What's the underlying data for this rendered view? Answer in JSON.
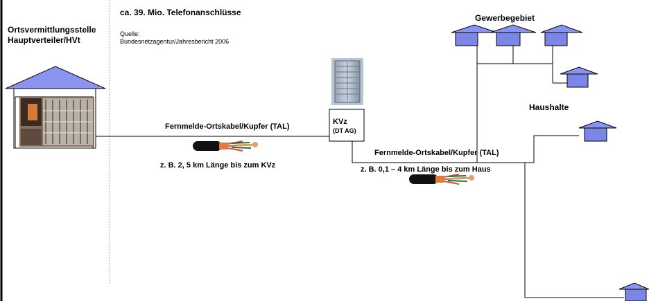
{
  "header": {
    "title": "ca. 39. Mio. Telefonanschlüsse",
    "source_label": "Quelle:",
    "source_text": "Bundesnetzagentur/Jahresbericht 2006"
  },
  "exchange": {
    "line1": "Ortsvermittlungsstelle",
    "line2": "Hauptverteiler/HVt"
  },
  "cabinet": {
    "line1": "KVz",
    "line2": "(DT AG)"
  },
  "cable_1": {
    "label": "Fernmelde-Ortskabel/Kupfer (TAL)",
    "length": "z. B. 2, 5 km Länge bis zum KVz"
  },
  "cable_2": {
    "label": "Fernmelde-Ortskabel/Kupfer (TAL)",
    "length": "z. B. 0,1 – 4 km Länge bis zum Haus"
  },
  "areas": {
    "commercial": "Gewerbegebiet",
    "households": "Haushalte"
  },
  "colors": {
    "house_fill": "#7b86e6",
    "roof_fill": "#8a94f0",
    "outline": "#000000"
  },
  "icons": [
    "house-icon",
    "cable-icon",
    "cabinet-icon",
    "distribution-frame-photo"
  ]
}
